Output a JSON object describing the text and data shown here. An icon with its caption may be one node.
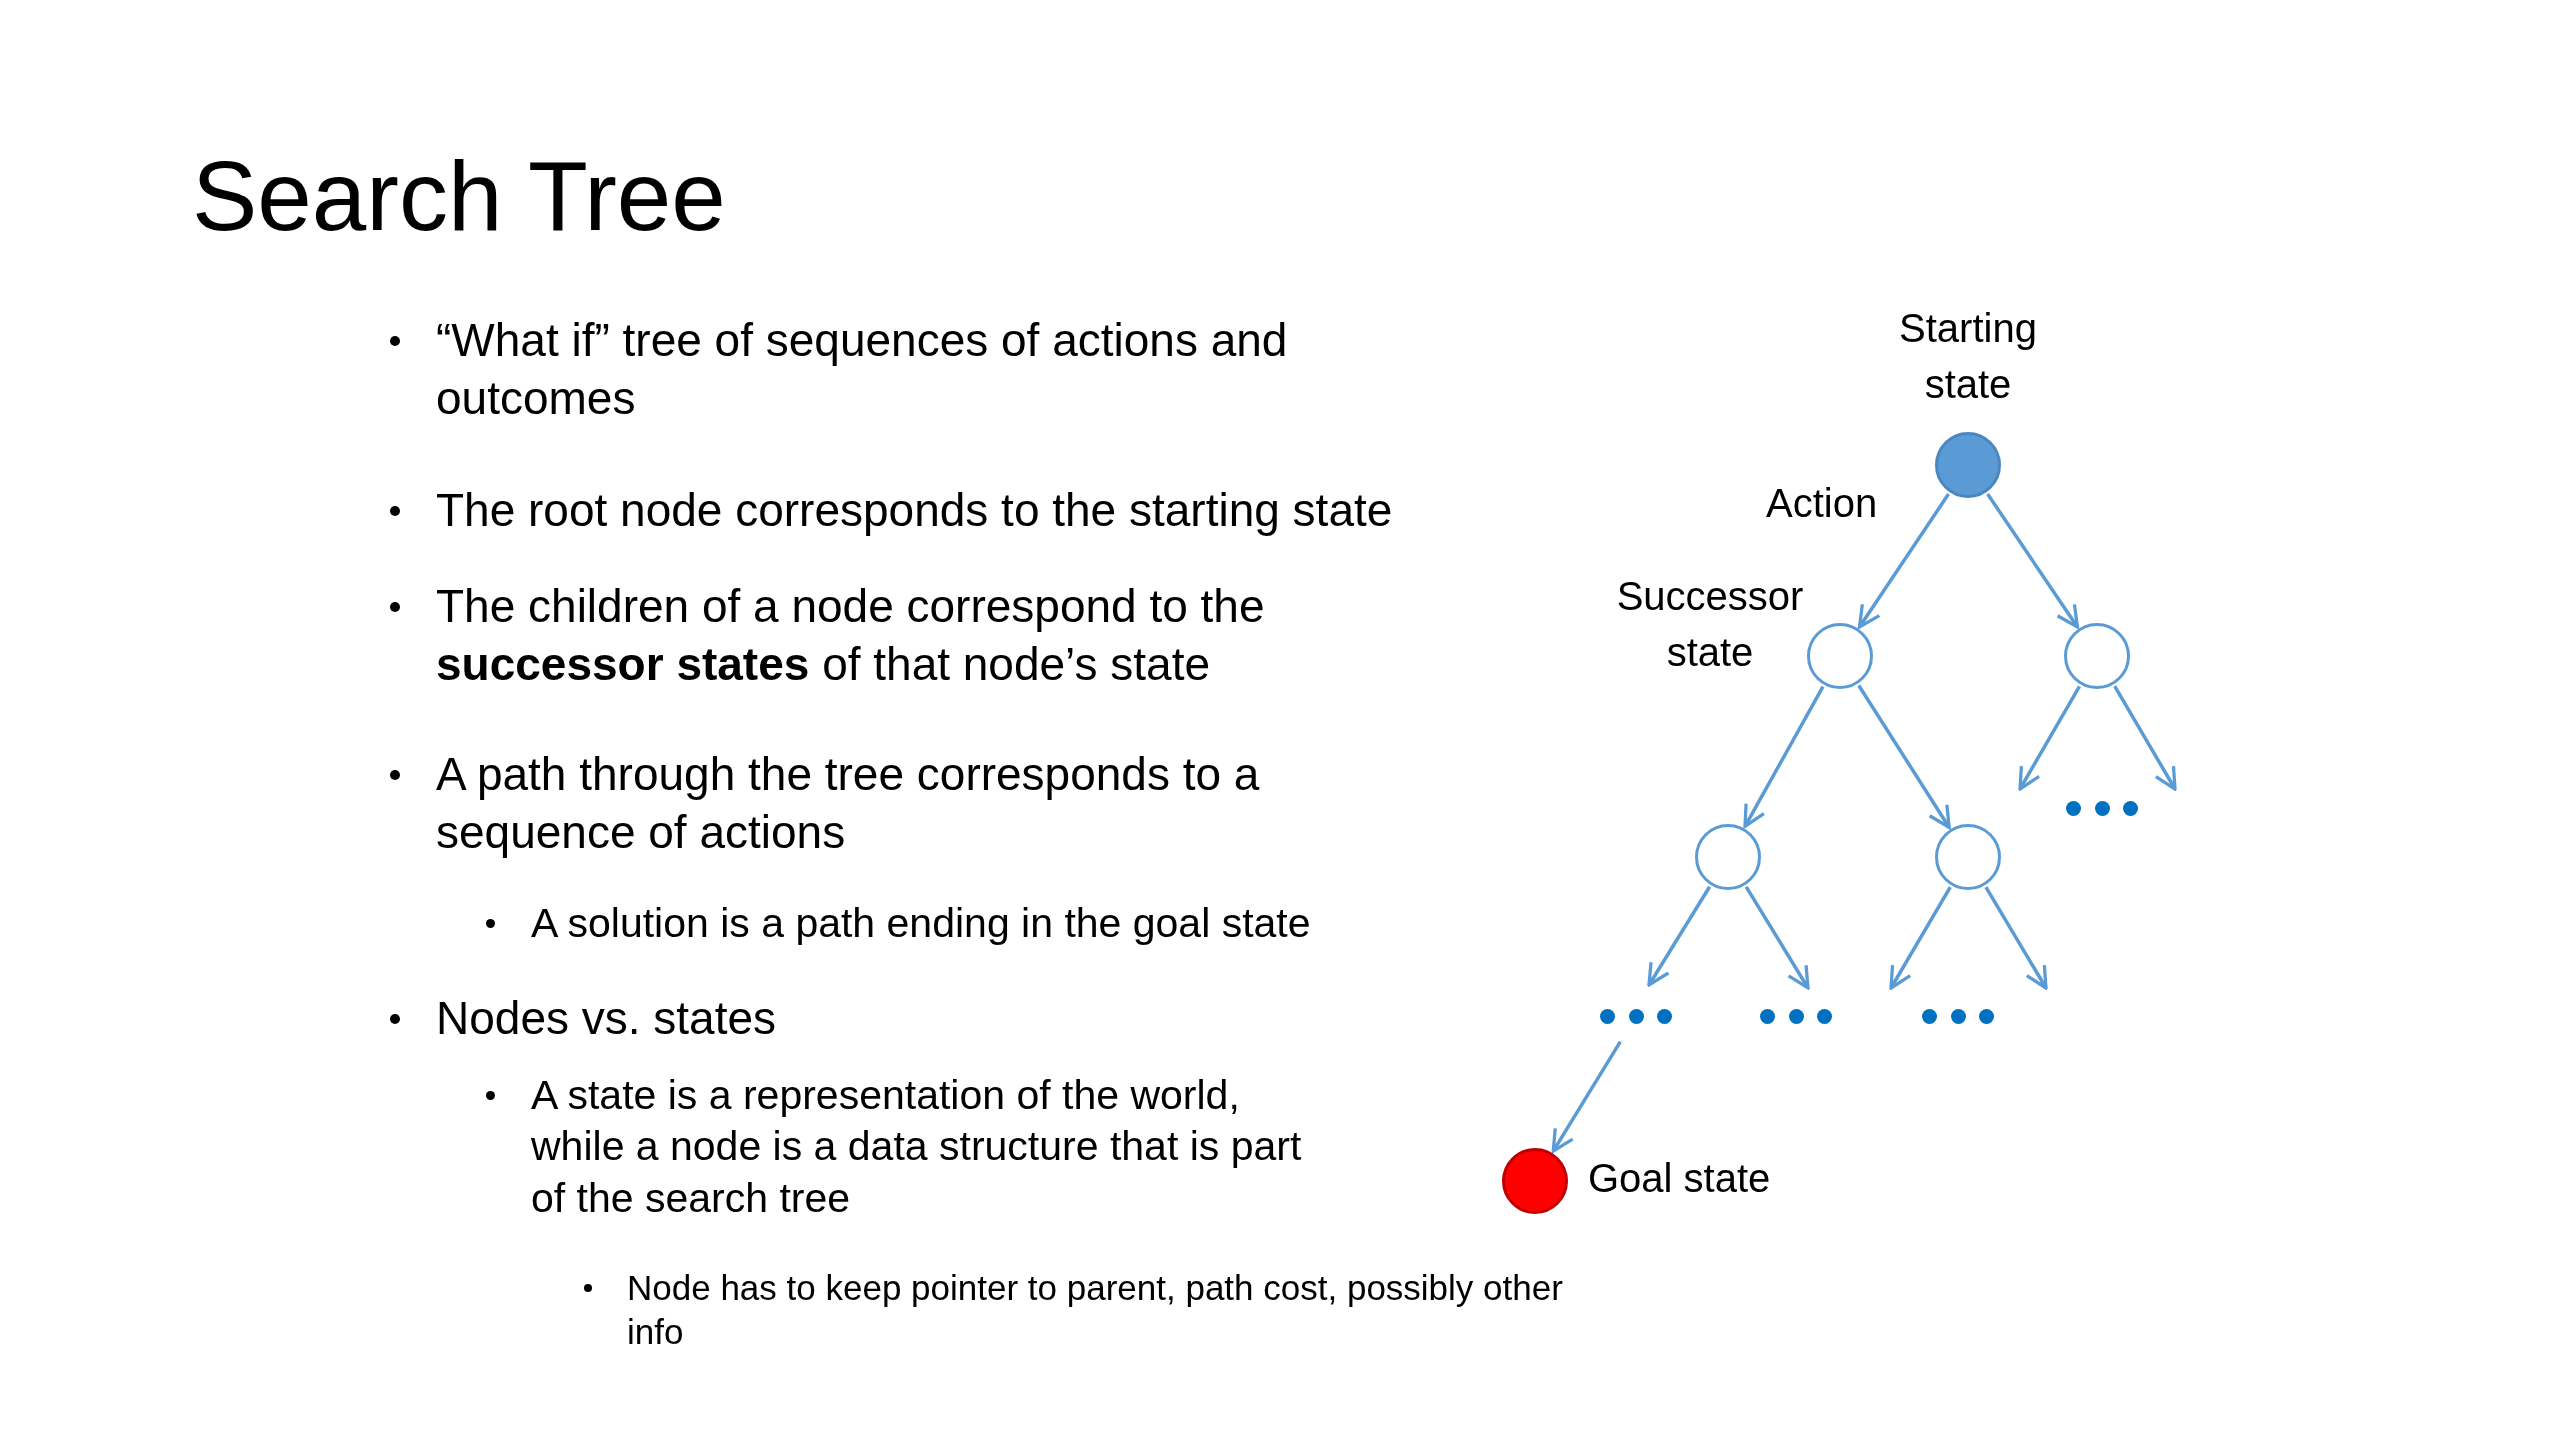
{
  "diagram": {
    "title": "Search Tree",
    "nodes": [
      {
        "text": [],
        "shape": "circle",
        "beside": [
          "Starting state"
        ]
      },
      {
        "text": [],
        "shape": "circle",
        "beside": [
          "Successor state"
        ]
      },
      {
        "text": [],
        "shape": "circle"
      },
      {
        "text": [],
        "shape": "dots"
      },
      {
        "text": [],
        "shape": "circle"
      },
      {
        "text": [],
        "shape": "circle"
      },
      {
        "text": [],
        "shape": "dots"
      },
      {
        "text": [],
        "shape": "dots"
      },
      {
        "text": [],
        "shape": "dots"
      },
      {
        "text": [],
        "shape": "circle",
        "beside": [
          "Goal state"
        ]
      }
    ],
    "edges": [
      {
        "from": 0,
        "to": 1,
        "arrow": "to",
        "label": "Action"
      },
      {
        "from": 0,
        "to": 2,
        "arrow": "to"
      },
      {
        "from": 2,
        "to": 3,
        "arrow": "to"
      },
      {
        "from": 2,
        "to": 3,
        "arrow": "to"
      },
      {
        "from": 1,
        "to": 4,
        "arrow": "to"
      },
      {
        "from": 1,
        "to": 5,
        "arrow": "to"
      },
      {
        "from": 4,
        "to": 6,
        "arrow": "to"
      },
      {
        "from": 4,
        "to": 7,
        "arrow": "to"
      },
      {
        "from": 5,
        "to": 8,
        "arrow": "to"
      },
      {
        "from": 5,
        "to": 8,
        "arrow": "to"
      },
      {
        "from": 6,
        "to": 9,
        "arrow": "to"
      }
    ],
    "labels": [
      "“What if” tree of sequences of actions and outcomes",
      "The root node corresponds to the starting state",
      "The children of a node correspond to the **successor states** of that node’s state",
      "A path through the tree corresponds to a sequence of actions",
      "A solution is a path ending in the goal state",
      "Nodes vs. states",
      "A state is a representation of the world, while a node is a data structure that is part of the search tree",
      "Node has to keep pointer to parent, path cost, possibly other info"
    ]
  }
}
